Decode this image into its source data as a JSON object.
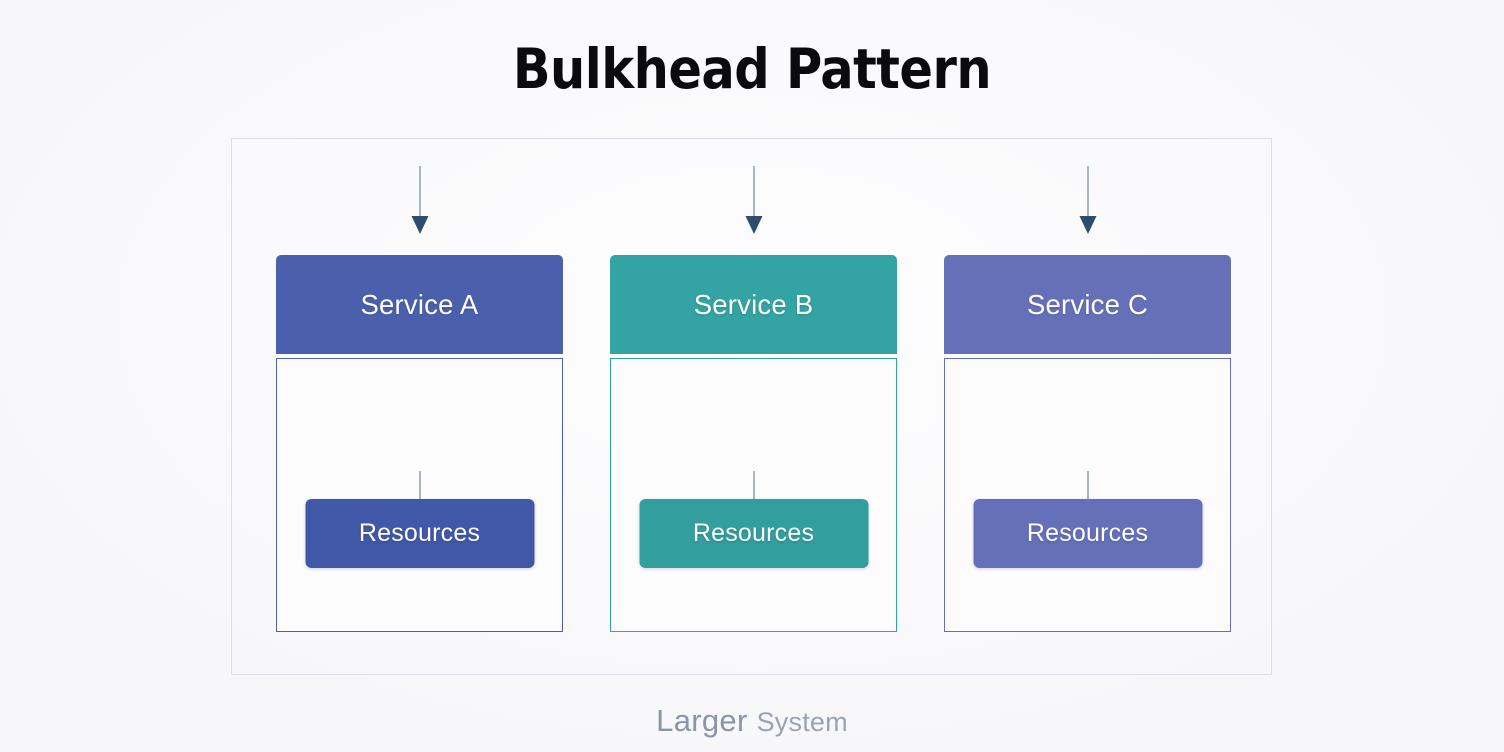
{
  "title": "Bulkhead Pattern",
  "footer": {
    "primary": "Larger",
    "secondary": "System"
  },
  "container": {
    "label": "larger-system-boundary"
  },
  "colors": {
    "background": "#f8f8fb",
    "title_text": "#0b0b0d",
    "container_border": "#dcdde6",
    "arrow_shaft": "#aab6c8",
    "arrow_head": "#2e4d6e",
    "service_a": "#4a60ad",
    "service_b": "#33a3a3",
    "service_c": "#6670b8",
    "footer_primary": "#8b95a8",
    "footer_secondary": "#9aa3b4"
  },
  "services": [
    {
      "name": "Service A",
      "resources_label": "Resources",
      "color": "#4a60ad",
      "border_color": "#4a60ad",
      "resource_color": "#4158a8",
      "inbound_arrow": "down-arrow-icon",
      "inner_arrow": "down-arrow-icon"
    },
    {
      "name": "Service B",
      "resources_label": "Resources",
      "color": "#33a3a3",
      "border_color": "#35a5a2",
      "resource_color": "#339e9e",
      "inbound_arrow": "down-arrow-icon",
      "inner_arrow": "down-arrow-icon"
    },
    {
      "name": "Service C",
      "resources_label": "Resources",
      "color": "#6670b8",
      "border_color": "#6670b8",
      "resource_color": "#6670b8",
      "inbound_arrow": "down-arrow-icon",
      "inner_arrow": "down-arrow-icon"
    }
  ]
}
